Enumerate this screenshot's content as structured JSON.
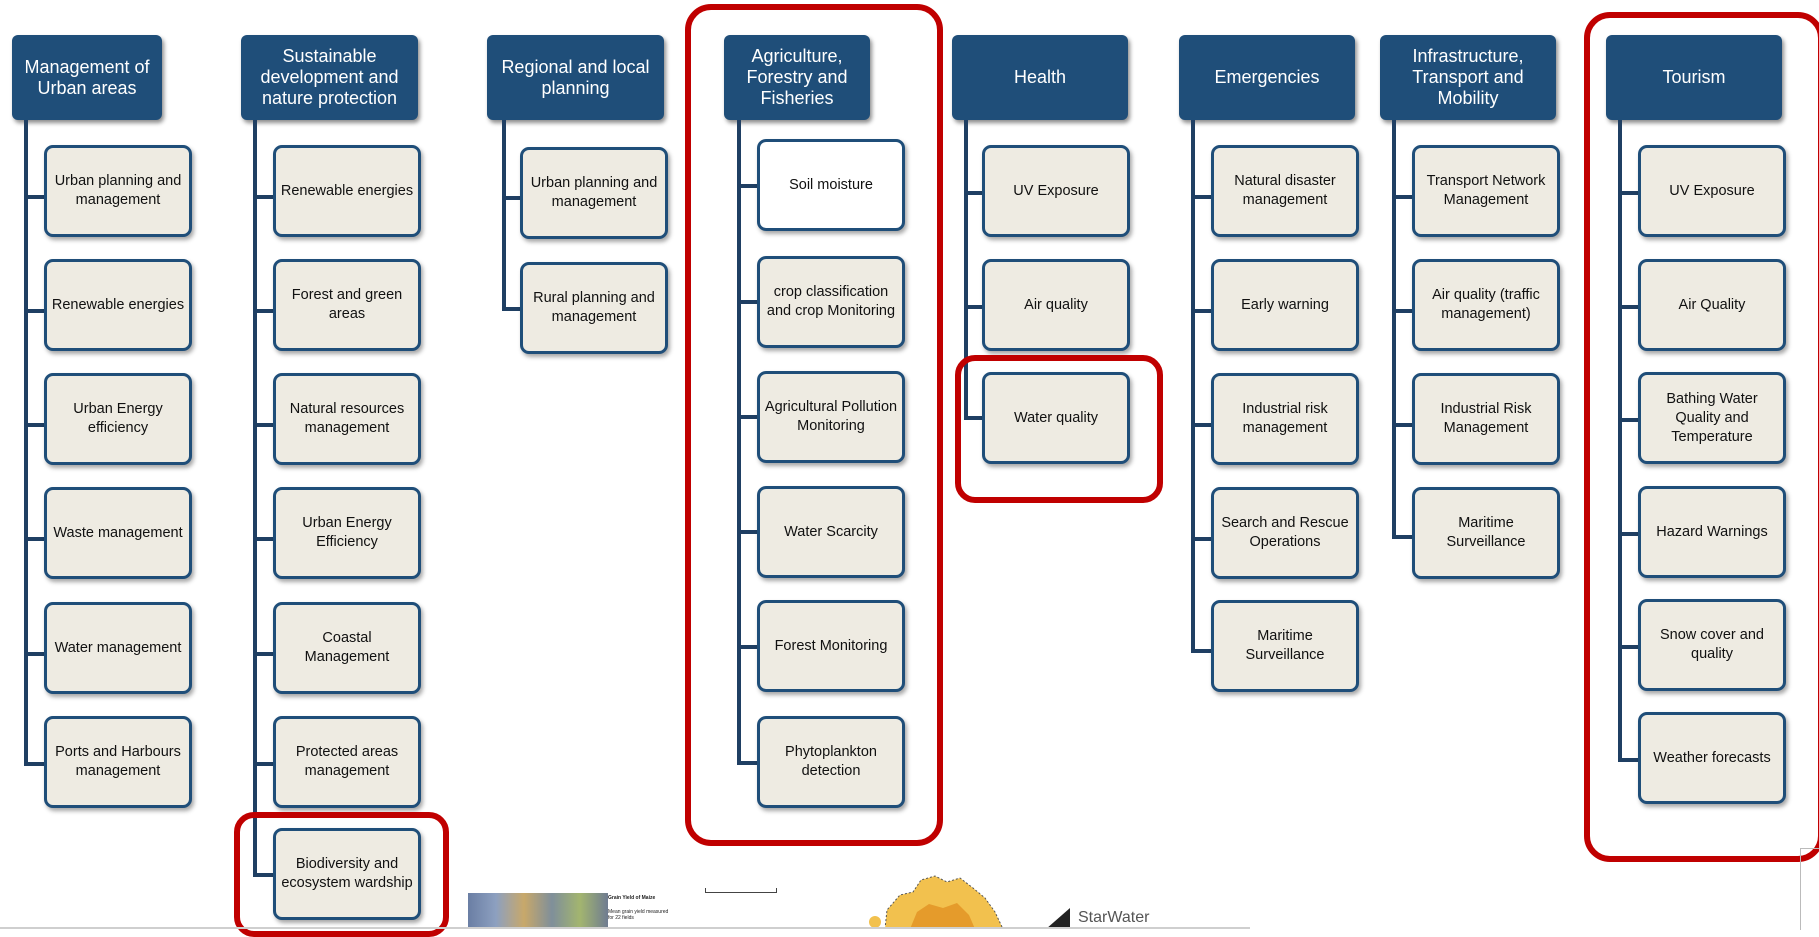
{
  "columns": [
    {
      "title": "Management of Urban areas",
      "items": [
        "Urban planning and management",
        "Renewable energies",
        "Urban Energy efficiency",
        "Waste management",
        "Water management",
        "Ports and Harbours management"
      ]
    },
    {
      "title": "Sustainable development and nature protection",
      "items": [
        "Renewable energies",
        "Forest and green areas",
        "Natural resources management",
        "Urban Energy Efficiency",
        "Coastal Management",
        "Protected areas management",
        "Biodiversity and ecosystem wardship"
      ]
    },
    {
      "title": "Regional and local planning",
      "items": [
        "Urban planning and management",
        "Rural planning and management"
      ]
    },
    {
      "title": "Agriculture, Forestry and Fisheries",
      "items": [
        "Soil moisture",
        "crop classification and crop Monitoring",
        "Agricultural Pollution Monitoring",
        "Water Scarcity",
        "Forest Monitoring",
        "Phytoplankton detection"
      ]
    },
    {
      "title": "Health",
      "items": [
        "UV Exposure",
        "Air quality",
        "Water quality"
      ]
    },
    {
      "title": "Emergencies",
      "items": [
        "Natural disaster management",
        "Early warning",
        "Industrial risk management",
        "Search and Rescue Operations",
        "Maritime Surveillance"
      ]
    },
    {
      "title": "Infrastructure, Transport and Mobility",
      "items": [
        "Transport Network Management",
        "Air quality (traffic management)",
        "Industrial Risk Management",
        "Maritime Surveillance"
      ]
    },
    {
      "title": "Tourism",
      "items": [
        "UV Exposure",
        "Air Quality",
        "Bathing Water Quality and Temperature",
        "Hazard Warnings",
        "Snow cover and quality",
        "Weather forecasts"
      ]
    }
  ],
  "thumbnail": {
    "title": "Grain Yield of Maize",
    "caption": "Mean grain yield measured for 22 fields"
  },
  "logo_text": "StarWater",
  "colors": {
    "header": "#1f4e79",
    "item_fill": "#eeebe2",
    "highlight": "#c00000"
  }
}
